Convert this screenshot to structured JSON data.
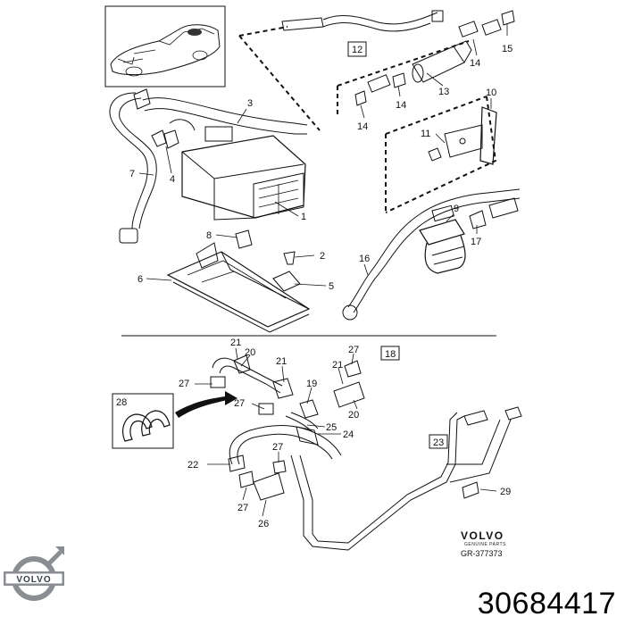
{
  "labels": {
    "l1": "1",
    "l2": "2",
    "l3": "3",
    "l4": "4",
    "l5": "5",
    "l6": "6",
    "l7": "7",
    "l8": "8",
    "l9": "9",
    "l10": "10",
    "l11": "11",
    "l13": "13",
    "l14a": "14",
    "l14b": "14",
    "l14c": "14",
    "l15": "15",
    "l16": "16",
    "l17": "17",
    "l19": "19",
    "l20a": "20",
    "l20b": "20",
    "l21a": "21",
    "l21b": "21",
    "l21c": "21",
    "l22": "22",
    "l24": "24",
    "l25": "25",
    "l26": "26",
    "l27a": "27",
    "l27b": "27",
    "l27c": "27",
    "l27d": "27",
    "l27e": "27",
    "l29": "29"
  },
  "boxed_labels": {
    "b12": "12",
    "b18": "18",
    "b23": "23",
    "b28": "28"
  },
  "stamp": {
    "brand": "VOLVO",
    "sub": "GENUINE PARTS",
    "ref": "GR-377373"
  },
  "logo": {
    "text": "VOLVO",
    "color": "#8a8d91"
  },
  "part_number": "30684417"
}
